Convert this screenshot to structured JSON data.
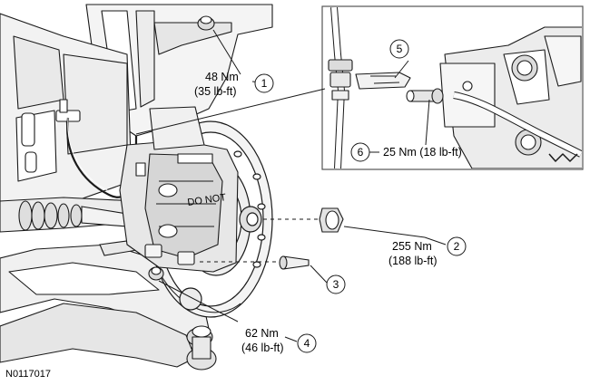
{
  "figure_id": "N0117017",
  "callouts": [
    {
      "number": "1",
      "torque_nm": "48 Nm",
      "torque_lbft": "(35 lb-ft)"
    },
    {
      "number": "2",
      "torque_nm": "255 Nm",
      "torque_lbft": "(188 lb-ft)"
    },
    {
      "number": "3"
    },
    {
      "number": "4",
      "torque_nm": "62 Nm",
      "torque_lbft": "(46 lb-ft)"
    },
    {
      "number": "5"
    },
    {
      "number": "6",
      "torque_text": "25 Nm (18 lb-ft)"
    }
  ],
  "hub_label": "DO NOT"
}
